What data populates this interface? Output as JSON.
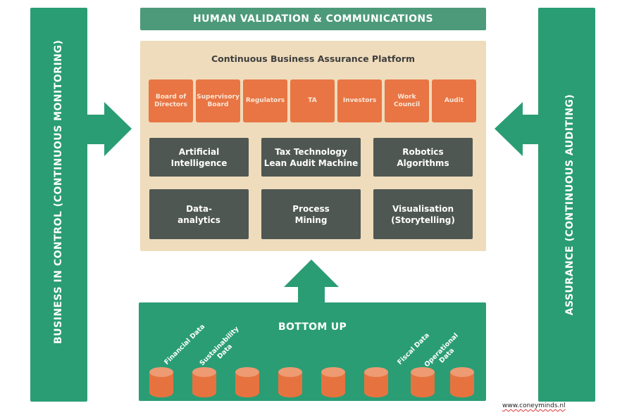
{
  "colors": {
    "green": "#2a9d75",
    "header_green": "#4c9a7a",
    "platform_bg": "#efdcbc",
    "orange": "#e87543",
    "dark": "#4f5752"
  },
  "left_bar": {
    "label": "BUSINESS IN CONTROL (CONTINUOUS MONITORING)",
    "arrow": "arrow-right-icon"
  },
  "right_bar": {
    "label": "ASSURANCE (CONTINUOUS  AUDITING)",
    "arrow": "arrow-left-icon"
  },
  "header": {
    "title": "HUMAN VALIDATION & COMMUNICATIONS"
  },
  "platform": {
    "title": "Continuous Business Assurance Platform",
    "stakeholders": [
      "Board\nof\nDirectors",
      "Supervisory\nBoard",
      "Regulators",
      "TA",
      "Investors",
      "Work\nCouncil",
      "Audit"
    ],
    "technologies": [
      "Artificial\nIntelligence",
      "Tax Technology\nLean Audit Machine",
      "Robotics\nAlgorithms",
      "Data-\nanalytics",
      "Process\nMining",
      "Visualisation\n(Storytelling)"
    ]
  },
  "bottom_up": {
    "title": "BOTTOM UP",
    "arrow": "arrow-up-icon",
    "data_labels": [
      "Financial Data",
      "Sustainability\nData",
      "Fiscal Data",
      "Operational\nData"
    ],
    "database_count": 8
  },
  "footer": {
    "url": "www.coneyminds.nl"
  }
}
